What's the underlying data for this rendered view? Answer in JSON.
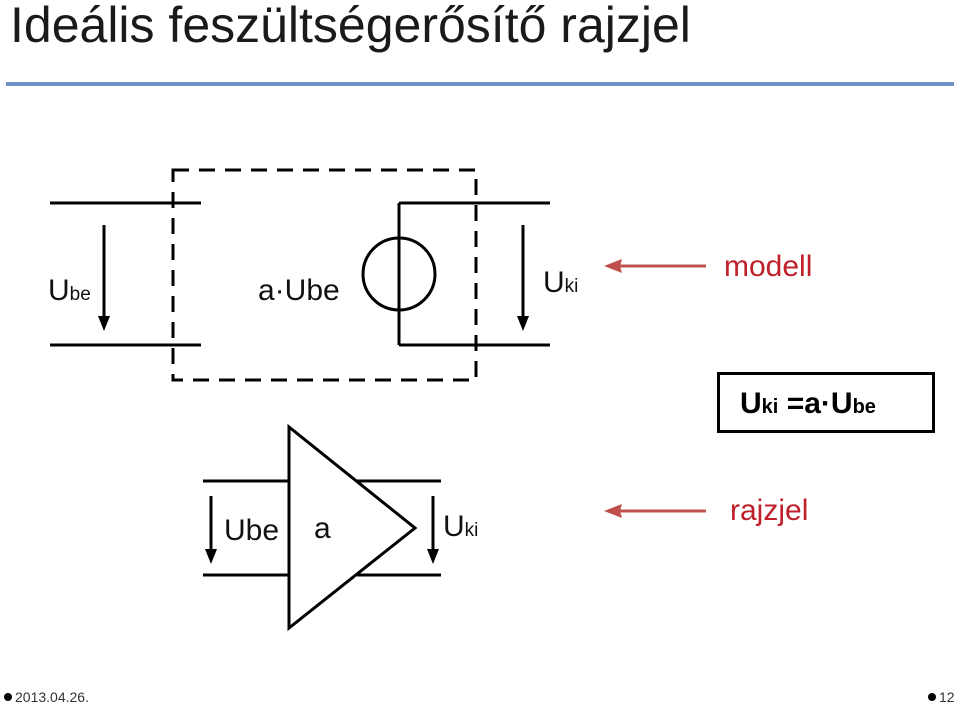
{
  "title": "Ideális feszültségerősítő rajzjel",
  "model": {
    "input_label_main": "U",
    "input_label_sub": "be",
    "source_label": "a·Ube",
    "output_label_main": "U",
    "output_label_sub": "ki",
    "tag": "modell"
  },
  "formula": {
    "lhs_main": "U",
    "lhs_sub": "ki",
    "middle": " =a·U",
    "rhs_sub": "be"
  },
  "symbol": {
    "input_label": "Ube",
    "gain_label": "a",
    "output_label_main": "U",
    "output_label_sub": "ki",
    "tag": "rajzjel"
  },
  "footer": {
    "date": "2013.04.26.",
    "page": "12"
  },
  "colors": {
    "accent_rule": "#6f93c6",
    "arrow_red": "#c0504d"
  }
}
